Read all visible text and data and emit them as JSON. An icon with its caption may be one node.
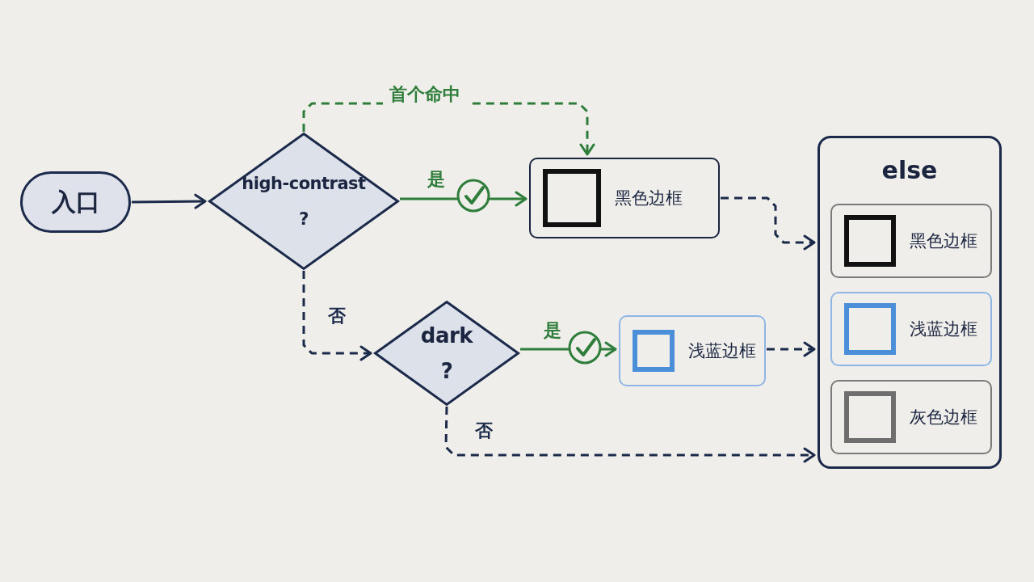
{
  "diagram": {
    "nodes": [
      {
        "text": [
          "入口"
        ]
      },
      {
        "text": [
          "high-contrast ?"
        ]
      },
      {
        "text": [
          "黑色边框"
        ]
      },
      {
        "text": [
          "dark ?"
        ]
      },
      {
        "text": [
          "浅蓝边框"
        ]
      },
      {
        "text": [
          "else"
        ]
      },
      {
        "text": [
          "黑色边框"
        ],
        "in": 5
      },
      {
        "text": [
          "浅蓝边框"
        ],
        "in": 5
      },
      {
        "text": [
          "灰色边框"
        ],
        "in": 5
      }
    ],
    "edges": [
      {
        "from": 0,
        "to": 1,
        "arrow": "to"
      },
      {
        "from": 1,
        "to": 2,
        "arrow": "to",
        "label": "是",
        "color": "#2e7d3a"
      },
      {
        "from": 1,
        "to": 2,
        "arrow": "to",
        "label": "首个命中",
        "style": "dashed",
        "color": "#2e7d3a"
      },
      {
        "from": 1,
        "to": 3,
        "arrow": "to",
        "label": "否",
        "style": "dashed"
      },
      {
        "from": 3,
        "to": 4,
        "arrow": "to",
        "label": "是",
        "color": "#2e7d3a"
      },
      {
        "from": 2,
        "to": 5,
        "arrow": "to",
        "style": "dashed"
      },
      {
        "from": 4,
        "to": 5,
        "arrow": "to",
        "style": "dashed"
      },
      {
        "from": 3,
        "to": 5,
        "arrow": "to",
        "label": "否",
        "style": "dashed"
      }
    ]
  }
}
